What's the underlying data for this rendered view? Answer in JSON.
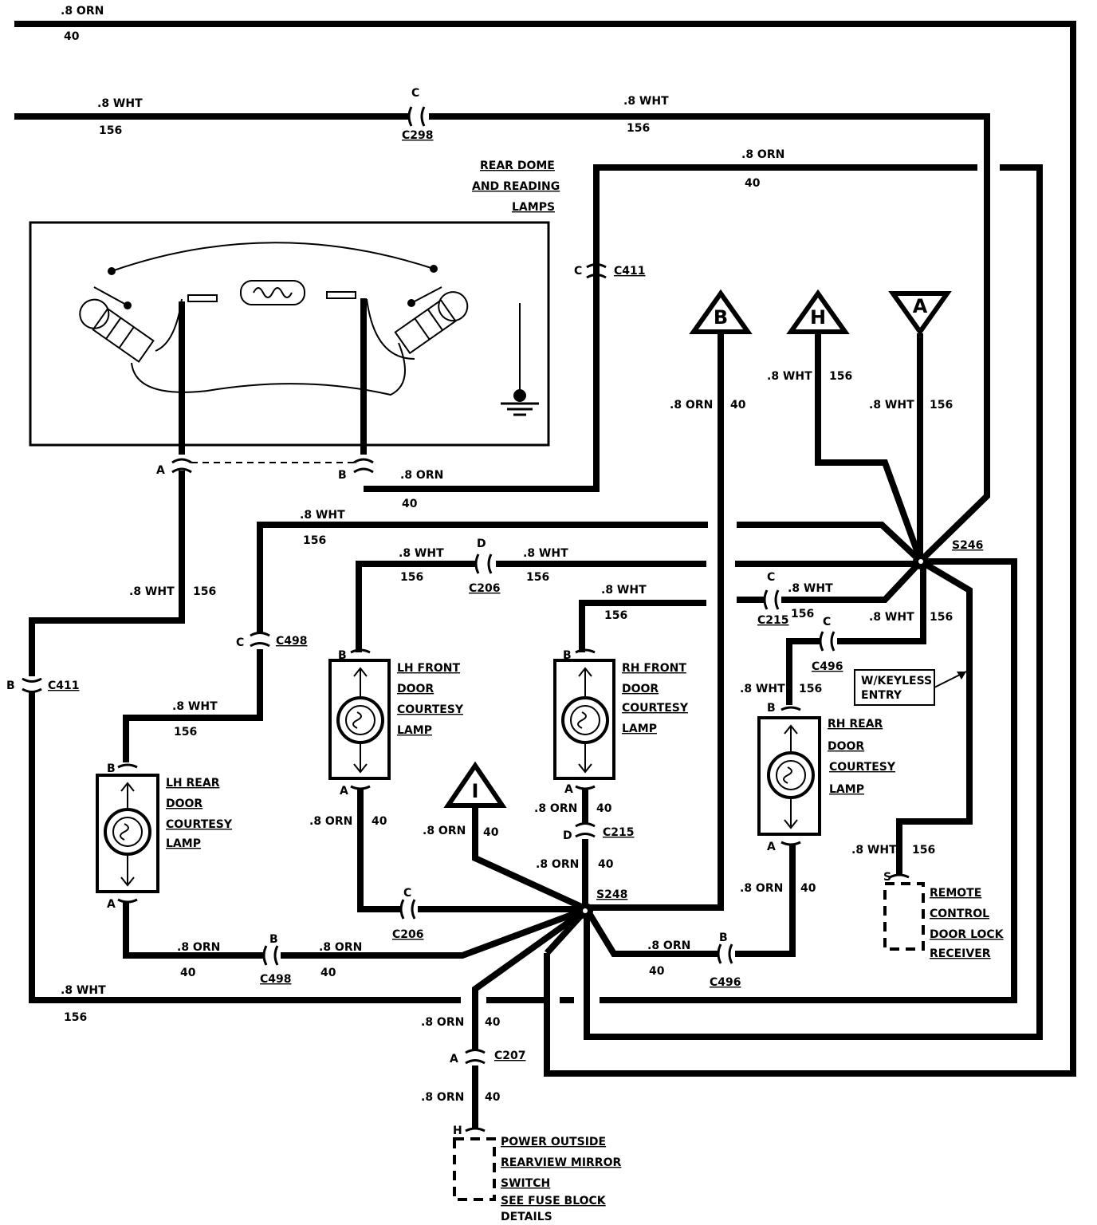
{
  "wire_labels": {
    "top_orn_gauge": ".8 ORN",
    "top_orn_circuit": "40",
    "top_wht_left_gauge": ".8 WHT",
    "top_wht_left_circuit": "156",
    "top_wht_right_gauge": ".8 WHT",
    "top_wht_right_circuit": "156",
    "upper_orn_gauge": ".8 ORN",
    "upper_orn_circuit": "40",
    "b_tri_gauge": ".8 ORN",
    "b_tri_circuit": "40",
    "h_tri_gauge": ".8 WHT",
    "h_tri_circuit": "156",
    "a_tri_gauge": ".8 WHT",
    "a_tri_circuit": "156",
    "dome_b_gauge": ".8 ORN",
    "dome_b_circuit": "40",
    "left_vert_gauge": ".8 WHT",
    "left_vert_circuit": "156",
    "mid_wht_gauge": ".8 WHT",
    "mid_wht_circuit": "156",
    "c206_left_gauge": ".8 WHT",
    "c206_left_circuit": "156",
    "c206_right_gauge": ".8 WHT",
    "c206_right_circuit": "156",
    "rhf_top_gauge": ".8 WHT",
    "rhf_top_circuit": "156",
    "c215_wht_gauge": ".8 WHT",
    "c215_wht_circuit": "156",
    "s246_down_gauge": ".8 WHT",
    "s246_down_circuit": "156",
    "c496_wht_gauge": ".8 WHT",
    "c496_wht_circuit": "156",
    "lhr_top_gauge": ".8 WHT",
    "lhr_top_circuit": "156",
    "lhf_bottom_gauge": ".8 ORN",
    "lhf_bottom_circuit": "40",
    "i_tri_gauge": ".8 ORN",
    "i_tri_circuit": "40",
    "rhf_bottom_gauge": ".8 ORN",
    "rhf_bottom_circuit": "40",
    "c215_orn_gauge": ".8 ORN",
    "c215_orn_circuit": "40",
    "rhr_bottom_gauge": ".8 ORN",
    "rhr_bottom_circuit": "40",
    "keyless_wire_gauge": ".8 WHT",
    "keyless_wire_circuit": "156",
    "lhr_bottom_gauge": ".8 ORN",
    "lhr_bottom_circuit": "40",
    "c498b_gauge": ".8 ORN",
    "c498b_circuit": "40",
    "c496b_gauge": ".8 ORN",
    "c496b_circuit": "40",
    "bottom_wht_gauge": ".8 WHT",
    "bottom_wht_circuit": "156",
    "c207_top_gauge": ".8 ORN",
    "c207_top_circuit": "40",
    "c207_bottom_gauge": ".8 ORN",
    "c207_bottom_circuit": "40"
  },
  "connectors": {
    "c298": "C298",
    "c298_pin": "C",
    "c411_upper": "C411",
    "c411_upper_pin": "C",
    "dome_a_pin": "A",
    "dome_b_pin": "B",
    "c411_lower": "C411",
    "c411_lower_pin": "B",
    "c498_upper": "C498",
    "c498_upper_pin": "C",
    "c206_upper": "C206",
    "c206_upper_pin": "D",
    "c215_upper": "C215",
    "c215_upper_pin": "C",
    "c496_upper": "C496",
    "c496_upper_pin": "C",
    "c215_lower": "C215",
    "c215_lower_pin": "D",
    "c206_lower": "C206",
    "c206_lower_pin": "C",
    "c498_lower": "C498",
    "c498_lower_pin": "B",
    "c496_lower": "C496",
    "c496_lower_pin": "B",
    "c207": "C207",
    "c207_pin": "A"
  },
  "splices": {
    "s246": "S246",
    "s248": "S248"
  },
  "triangles": {
    "b": "B",
    "h": "H",
    "a": "A",
    "i": "I"
  },
  "components": {
    "rear_dome": [
      "REAR DOME",
      "AND READING",
      "LAMPS"
    ],
    "lh_front": [
      "LH FRONT",
      "DOOR",
      "COURTESY",
      "LAMP"
    ],
    "rh_front": [
      "RH FRONT",
      "DOOR",
      "COURTESY",
      "LAMP"
    ],
    "rh_rear": [
      "RH REAR",
      "DOOR",
      "COURTESY",
      "LAMP"
    ],
    "lh_rear": [
      "LH REAR",
      "DOOR",
      "COURTESY",
      "LAMP"
    ],
    "keyless_receiver": [
      "REMOTE",
      "CONTROL",
      "DOOR LOCK",
      "RECEIVER"
    ],
    "mirror_switch": [
      "POWER OUTSIDE",
      "REARVIEW MIRROR",
      "SWITCH",
      "SEE FUSE BLOCK",
      "DETAILS"
    ]
  },
  "lamp_pins": {
    "lhf_top": "B",
    "lhf_bottom": "A",
    "rhf_top": "B",
    "rhf_bottom": "A",
    "rhr_top": "B",
    "rhr_bottom": "A",
    "lhr_top": "B",
    "lhr_bottom": "A"
  },
  "keyless_note": [
    "W/KEYLESS",
    "ENTRY"
  ],
  "receiver_pin": "S",
  "mirror_pin": "H"
}
